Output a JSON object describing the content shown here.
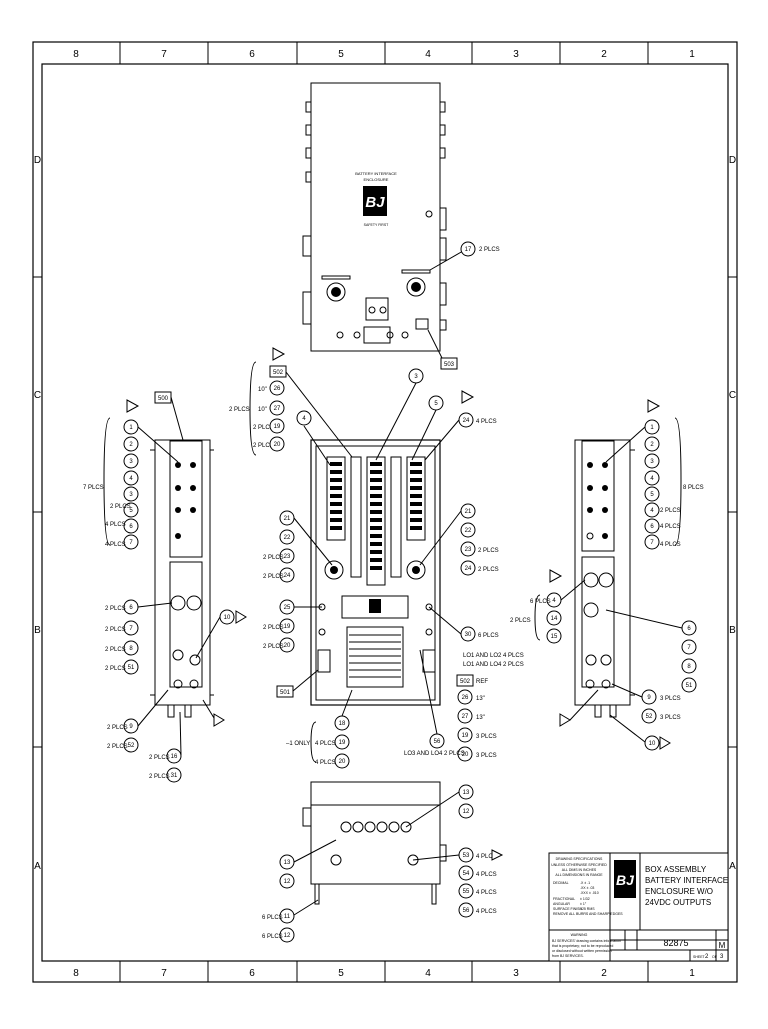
{
  "border": {
    "columns": [
      "8",
      "7",
      "6",
      "5",
      "4",
      "3",
      "2",
      "1"
    ],
    "rows": [
      "D",
      "C",
      "B",
      "A"
    ]
  },
  "front_panel": {
    "title_line1": "BATTERY INTERFACE",
    "title_line2": "ENCLOSURE",
    "subtitle": "SAFETY FIRST",
    "logo": "BJ"
  },
  "reference_boxes": {
    "ref_503": "503",
    "ref_500_left": "500",
    "ref_502_top": "502",
    "ref_501": "501",
    "ref_502_right": "502"
  },
  "notes": {
    "front_2plcs": "2 PLCS",
    "left_group": "7 PLCS",
    "right_group": "8 PLCS",
    "top_group": "2 PLCS",
    "one_only": "–1 ONLY",
    "lo1_lo2": "LO1 AND LO2 4 PLCS",
    "lo1_lo4": "LO1 AND LO4 2 PLCS",
    "lo3_lo4": "LO3 AND LO4 2 PLCS",
    "ref_header": "REF",
    "b6_plcs": "6 PLCS",
    "b_2plcs": "2 PLCS"
  },
  "title_block": {
    "logo": "BJ",
    "spec_header": "DRAWING SPECIFICATIONS",
    "title_line1": "BOX ASSEMBLY",
    "title_line2": "BATTERY INTERFACE",
    "title_line3": "ENCLOSURE W/O",
    "title_line4": "24VDC OUTPUTS",
    "drawing_no": "82875",
    "rev": "M",
    "sheet_label": "SHEET",
    "sheet_no": "2",
    "sheet_of": "OF",
    "sheet_total": "3"
  }
}
